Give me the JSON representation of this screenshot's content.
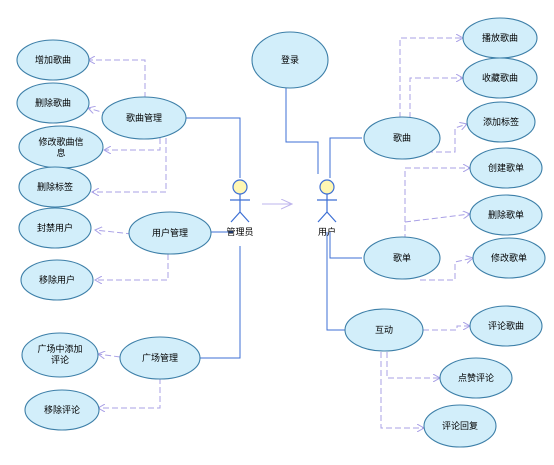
{
  "actors": {
    "admin": "管理员",
    "user": "用户"
  },
  "use_cases": {
    "add_song": "增加歌曲",
    "delete_song": "删除歌曲",
    "edit_song_info_1": "修改歌曲信",
    "edit_song_info_2": "息",
    "delete_tag": "删除标签",
    "song_management": "歌曲管理",
    "ban_user": "封禁用户",
    "user_management": "用户管理",
    "remove_user": "移除用户",
    "add_plaza_comment_1": "广场中添加",
    "add_plaza_comment_2": "评论",
    "plaza_management": "广场管理",
    "remove_comment": "移除评论",
    "login": "登录",
    "play_song": "播放歌曲",
    "favorite_song": "收藏歌曲",
    "song": "歌曲",
    "add_tag": "添加标签",
    "create_playlist": "创建歌单",
    "delete_playlist": "删除歌单",
    "playlist": "歌单",
    "edit_playlist": "修改歌单",
    "interaction": "互动",
    "comment_song": "评论歌曲",
    "like_comment": "点赞评论",
    "reply_comment": "评论回复"
  }
}
